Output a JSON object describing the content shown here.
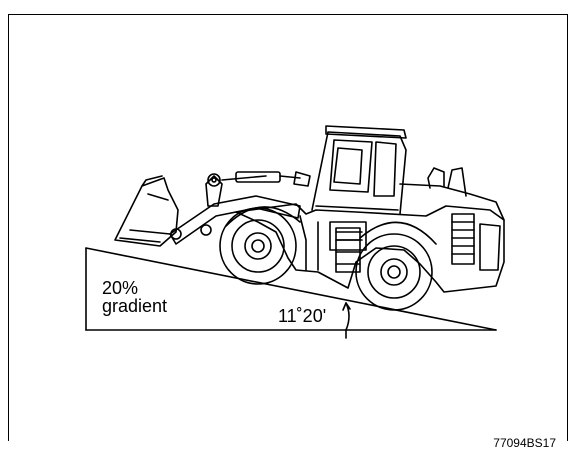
{
  "figure": {
    "gradient_percent": "20%",
    "gradient_word": "gradient",
    "angle": "11˚20'",
    "figure_id": "77094BS17",
    "line_color": "#000000",
    "background": "#ffffff",
    "machine": "wheel-loader-icon"
  }
}
